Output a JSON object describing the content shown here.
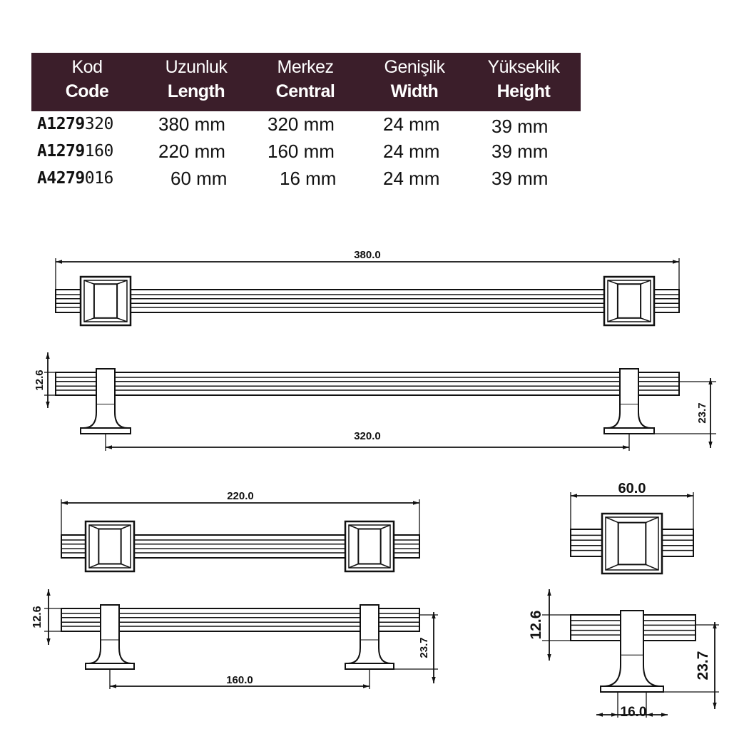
{
  "table": {
    "headers": [
      {
        "tr": "Kod",
        "en": "Code"
      },
      {
        "tr": "Uzunluk",
        "en": "Length"
      },
      {
        "tr": "Merkez",
        "en": "Central"
      },
      {
        "tr": "Genişlik",
        "en": "Width"
      },
      {
        "tr": "Yükseklik",
        "en": "Height"
      }
    ],
    "rows": [
      {
        "code_bold": "A1279",
        "code_rest": "320",
        "length": "380 mm",
        "central": "320 mm",
        "width": "24 mm",
        "height": "39 mm"
      },
      {
        "code_bold": "A1279",
        "code_rest": "160",
        "length": "220 mm",
        "central": "160 mm",
        "width": "24 mm",
        "height": "39 mm"
      },
      {
        "code_bold": "A4279",
        "code_rest": "016",
        "length": "60 mm",
        "central": "16 mm",
        "width": "24 mm",
        "height": "39 mm"
      }
    ],
    "header_bg": "#3b1e2a"
  },
  "drawings": {
    "large": {
      "top_length": "380.0",
      "side_height_left": "12.6",
      "side_height_right": "23.7",
      "center": "320.0"
    },
    "medium": {
      "top_length": "220.0",
      "side_height_left": "12.6",
      "side_height_right": "23.7",
      "center": "160.0"
    },
    "small": {
      "top_length": "60.0",
      "side_height_left": "12.6",
      "side_height_right": "23.7",
      "center": "16.0"
    }
  }
}
